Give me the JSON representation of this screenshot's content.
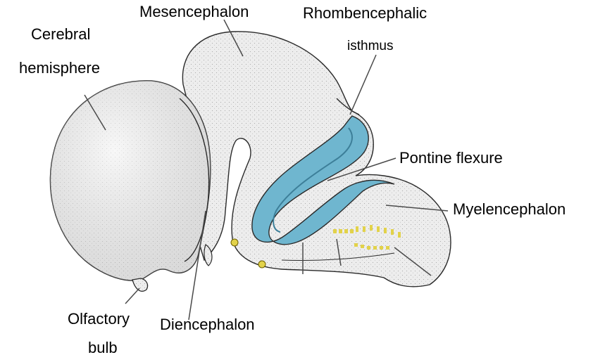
{
  "labels": {
    "cerebral_hemisphere_line1": "Cerebral",
    "cerebral_hemisphere_line2": "hemisphere",
    "mesencephalon": "Mesencephalon",
    "rhombencephalic_line1": "Rhombencephalic",
    "rhombencephalic_line2": "isthmus",
    "pontine_flexure": "Pontine flexure",
    "myelencephalon": "Myelencephalon",
    "olfactory_line1": "Olfactory",
    "olfactory_line2": "bulb",
    "diencephalon": "Diencephalon"
  },
  "colors": {
    "tissue_fill": "#ededed",
    "tissue_outline": "#2a2a2a",
    "pontine_blue": "#6fb6cf",
    "pontine_blue_dark": "#3d7f99",
    "nerve_yellow": "#e2d24a",
    "leader_line": "#4a4a4a"
  }
}
